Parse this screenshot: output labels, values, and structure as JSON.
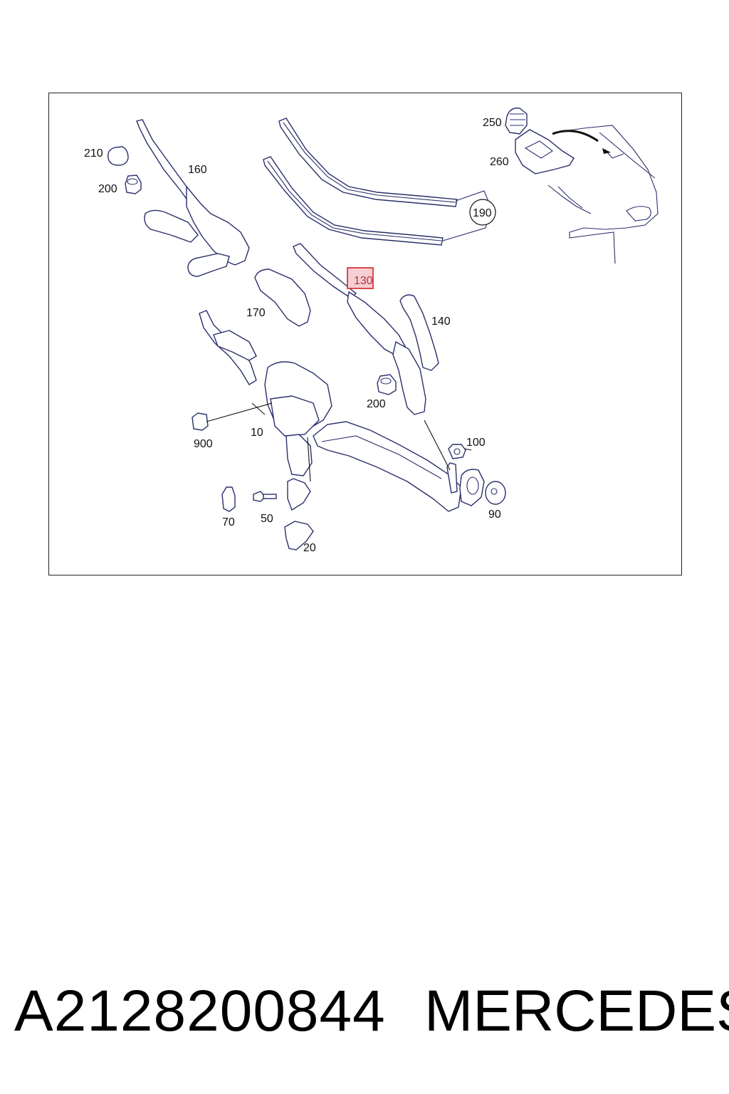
{
  "diagram": {
    "callouts": {
      "c210": "210",
      "c200a": "200",
      "c160": "160",
      "c170": "170",
      "c130": "130",
      "c140": "140",
      "c190": "190",
      "c250": "250",
      "c260": "260",
      "c200b": "200",
      "c10": "10",
      "c900": "900",
      "c100": "100",
      "c90": "90",
      "c70": "70",
      "c50": "50",
      "c20": "20"
    },
    "highlighted_callout": "130",
    "colors": {
      "line": "#2a2f6b",
      "highlight_fill": "#f6cfd4",
      "highlight_stroke": "#d2232a"
    }
  },
  "footer": {
    "part_number": "A2128200844",
    "brand": "MERCEDES"
  }
}
